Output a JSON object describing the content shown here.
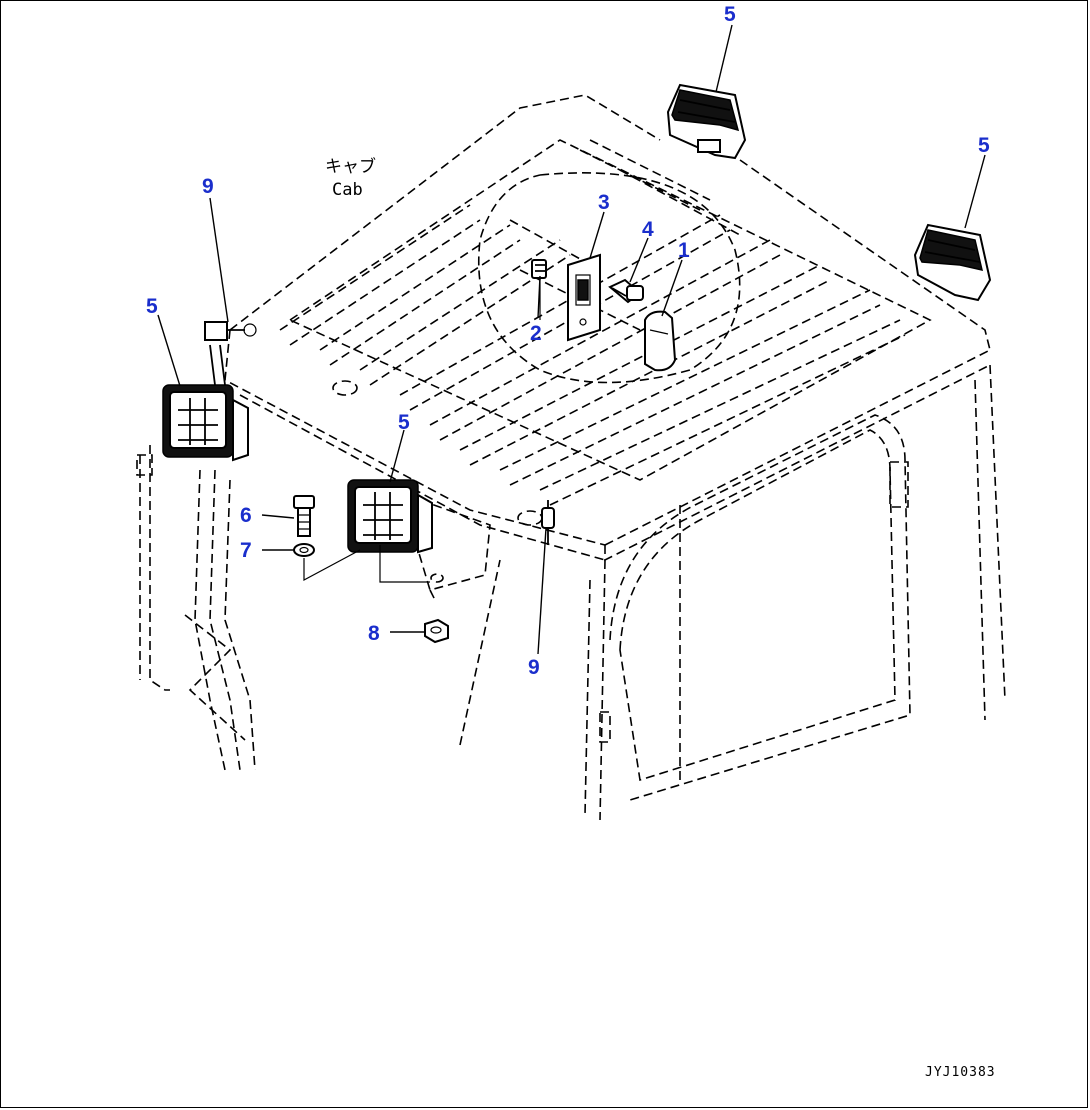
{
  "diagram": {
    "cab_label_jp": "キャブ",
    "cab_label_en": "Cab",
    "drawing_code": "JYJ10383",
    "callouts": {
      "part_1": "1",
      "part_2": "2",
      "part_3": "3",
      "part_4": "4",
      "part_5_rear_left": "5",
      "part_5_rear_right": "5",
      "part_5_front_left": "5",
      "part_5_front_center": "5",
      "part_6": "6",
      "part_7": "7",
      "part_8": "8",
      "part_9_left": "9",
      "part_9_center": "9"
    }
  }
}
